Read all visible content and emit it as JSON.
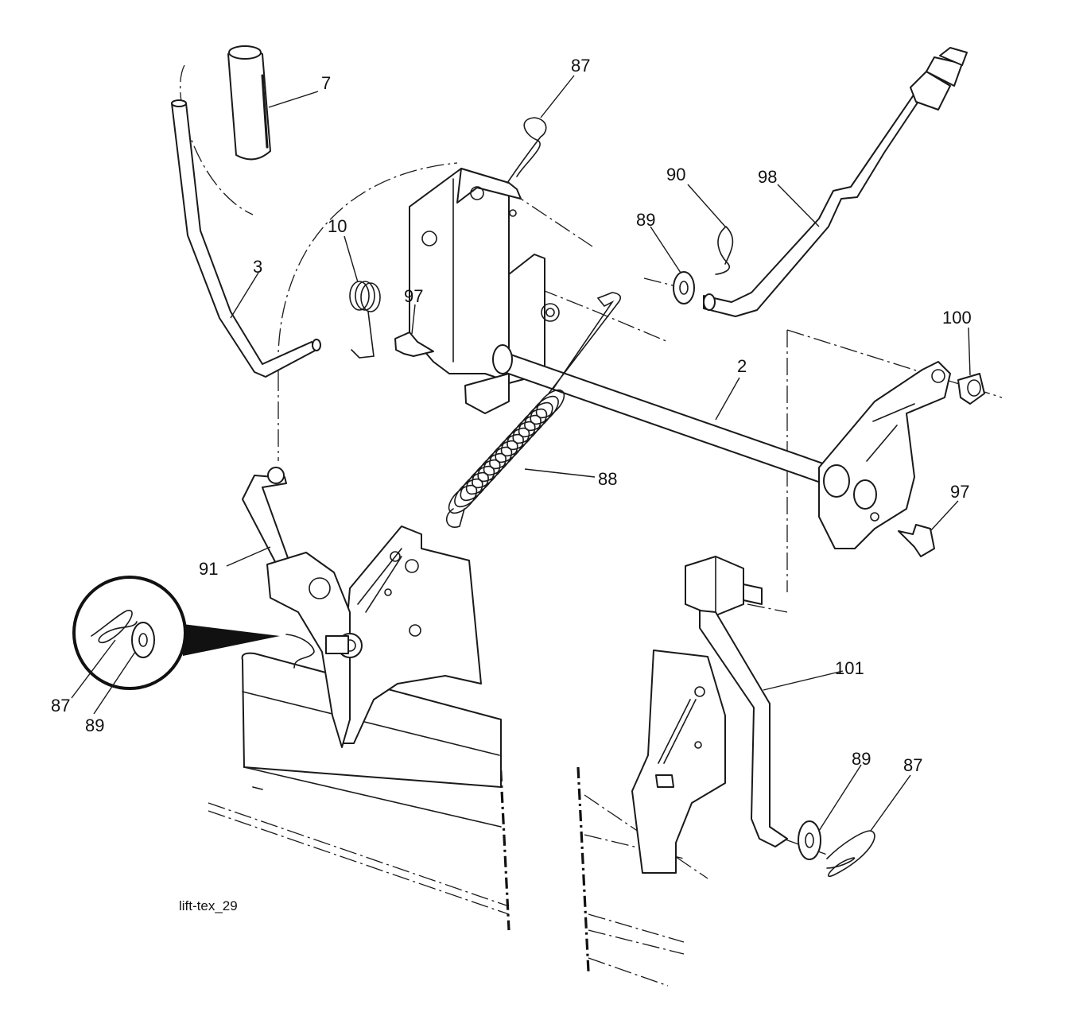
{
  "figure_id": "lift-tex_29",
  "callouts": {
    "c7": "7",
    "c87_top": "87",
    "c90": "90",
    "c98": "98",
    "c89_top": "89",
    "c10": "10",
    "c3": "3",
    "c97_left": "97",
    "c100": "100",
    "c2": "2",
    "c88": "88",
    "c97_right": "97",
    "c91": "91",
    "c101": "101",
    "c87_inset": "87",
    "c89_inset": "89",
    "c89_bottom": "89",
    "c87_bottom": "87"
  }
}
